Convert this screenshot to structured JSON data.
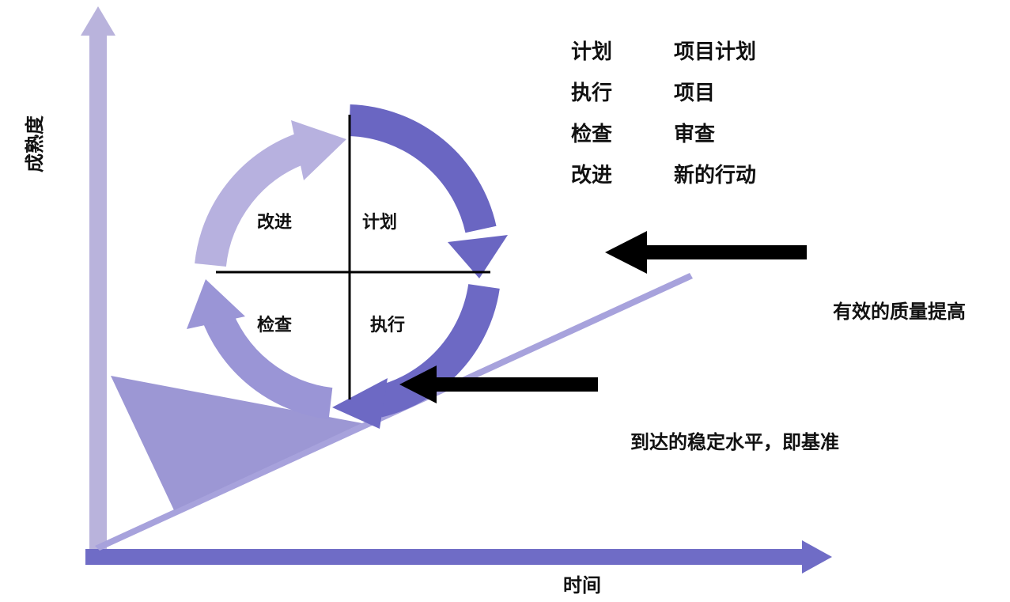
{
  "axes": {
    "y_label": "成熟度",
    "x_label": "时间"
  },
  "cycle": {
    "quadrants": {
      "top_right": "计划",
      "top_left": "改进",
      "bottom_left": "检查",
      "bottom_right": "执行"
    }
  },
  "legend": [
    {
      "term": "计划",
      "meaning": "项目计划"
    },
    {
      "term": "执行",
      "meaning": "项目"
    },
    {
      "term": "检查",
      "meaning": "审查"
    },
    {
      "term": "改进",
      "meaning": "新的行动"
    }
  ],
  "annotations": {
    "upper": "有效的质量提高",
    "lower": "到达的稳定水平，即基准"
  },
  "colors": {
    "axis_y": "#b9b3dc",
    "axis_x": "#6f6cc6",
    "arc_light": "#b7b1df",
    "arc_mid": "#9a95d6",
    "arc_dark": "#6a66c2",
    "wedge": "#9c97d4",
    "ramp": "#a7a2dc",
    "pointer": "#000000"
  }
}
